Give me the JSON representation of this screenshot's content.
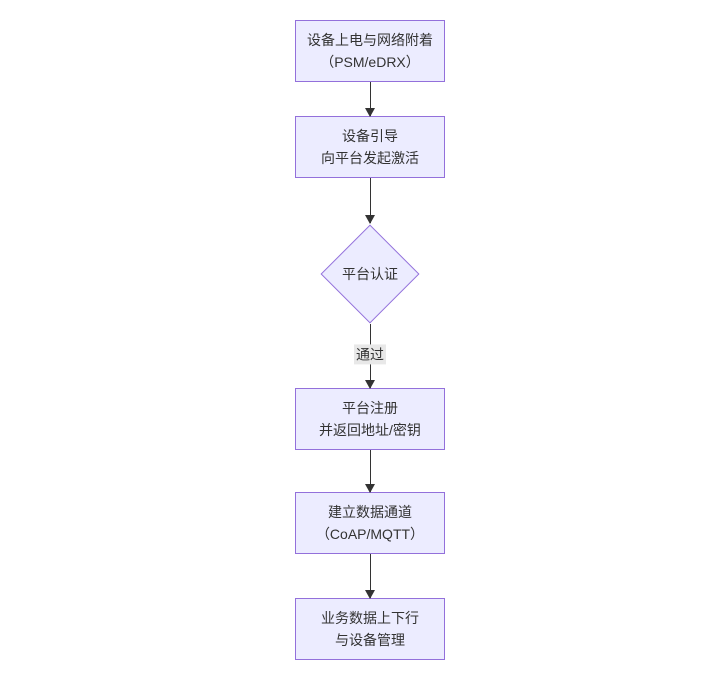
{
  "diagram": {
    "type": "flowchart-top-down",
    "colors": {
      "background": "#ffffff",
      "node_fill": "#ECECFF",
      "node_border": "#9370DB",
      "text": "#333333",
      "arrow": "#333333",
      "edge_label_bg": "#e8e8e8"
    },
    "nodes": [
      {
        "id": "power-attach",
        "shape": "rect",
        "lines": [
          "设备上电与网络附着",
          "（PSM/eDRX）"
        ]
      },
      {
        "id": "bootstrap",
        "shape": "rect",
        "lines": [
          "设备引导",
          "向平台发起激活"
        ]
      },
      {
        "id": "platform-auth",
        "shape": "diamond",
        "lines": [
          "平台认证"
        ]
      },
      {
        "id": "platform-register",
        "shape": "rect",
        "lines": [
          "平台注册",
          "并返回地址/密钥"
        ]
      },
      {
        "id": "data-channel",
        "shape": "rect",
        "lines": [
          "建立数据通道",
          "（CoAP/MQTT）"
        ]
      },
      {
        "id": "business-data",
        "shape": "rect",
        "lines": [
          "业务数据上下行",
          "与设备管理"
        ]
      }
    ],
    "edges": [
      {
        "from": "power-attach",
        "to": "bootstrap",
        "label": ""
      },
      {
        "from": "bootstrap",
        "to": "platform-auth",
        "label": ""
      },
      {
        "from": "platform-auth",
        "to": "platform-register",
        "label": "通过"
      },
      {
        "from": "platform-register",
        "to": "data-channel",
        "label": ""
      },
      {
        "from": "data-channel",
        "to": "business-data",
        "label": ""
      }
    ]
  }
}
